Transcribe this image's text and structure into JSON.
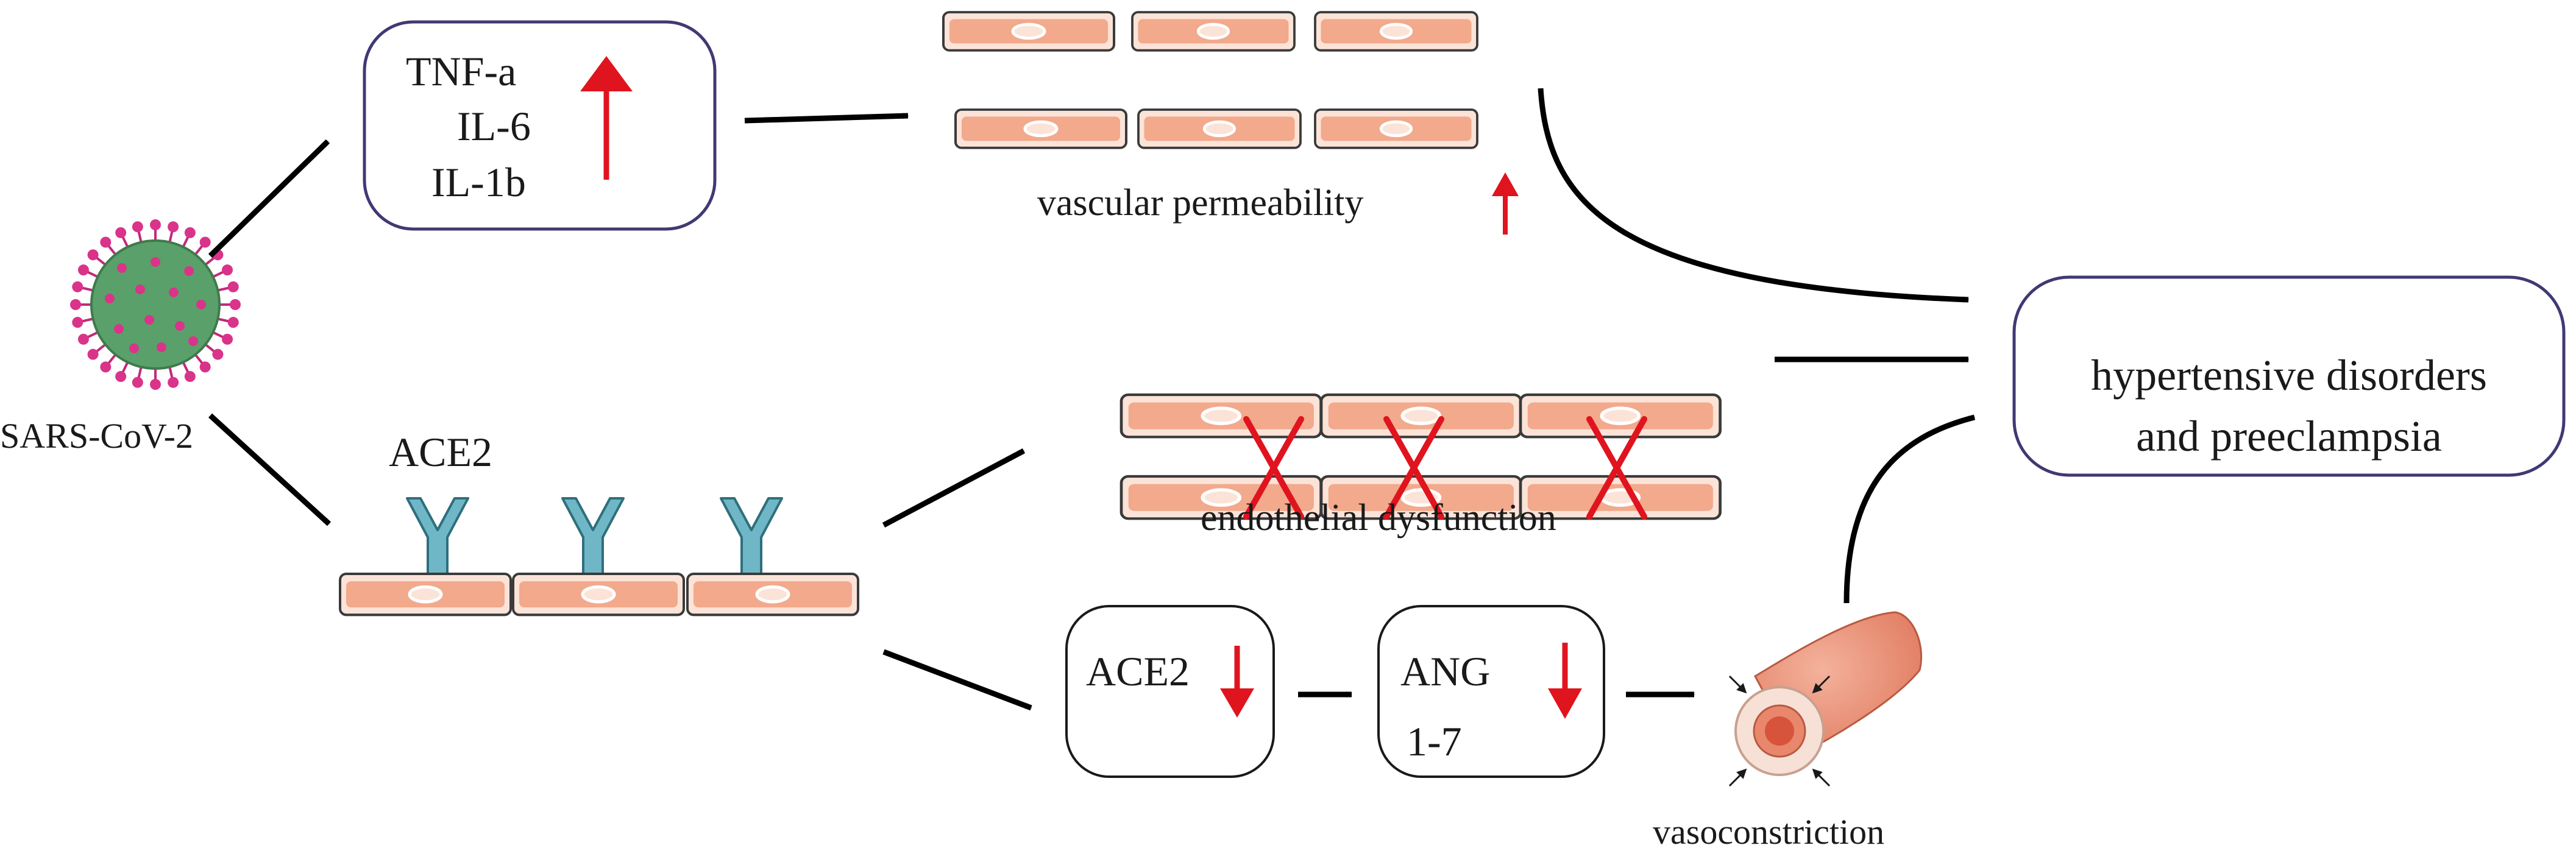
{
  "virus": {
    "label": "SARS-CoV-2"
  },
  "cytokine_box": {
    "items": [
      "TNF-a",
      "IL-6",
      "IL-1b"
    ],
    "change": "up"
  },
  "vascular_permeability": {
    "label": "vascular permeability",
    "change": "up"
  },
  "endothelial_dysfunction": {
    "label": "endothelial dysfunction"
  },
  "receptor": {
    "label": "ACE2"
  },
  "ace2_box": {
    "label": "ACE2",
    "change": "down"
  },
  "ang_box": {
    "line1": "ANG",
    "line2": "1-7",
    "change": "down"
  },
  "vasoconstriction": {
    "label": "vasoconstriction"
  },
  "outcome": {
    "line1": "hypertensive disorders",
    "line2": "and preeclampsia"
  },
  "colors": {
    "cell_fill": "#f2a98c",
    "cell_outline": "#3a3a3a",
    "box_outline": "#3f3a73",
    "increase_arrow": "#e0141e",
    "receptor": "#6fb7c6",
    "virus_body": "#5aa06a",
    "virus_spike": "#d9348a",
    "vessel": "#e9866d"
  }
}
